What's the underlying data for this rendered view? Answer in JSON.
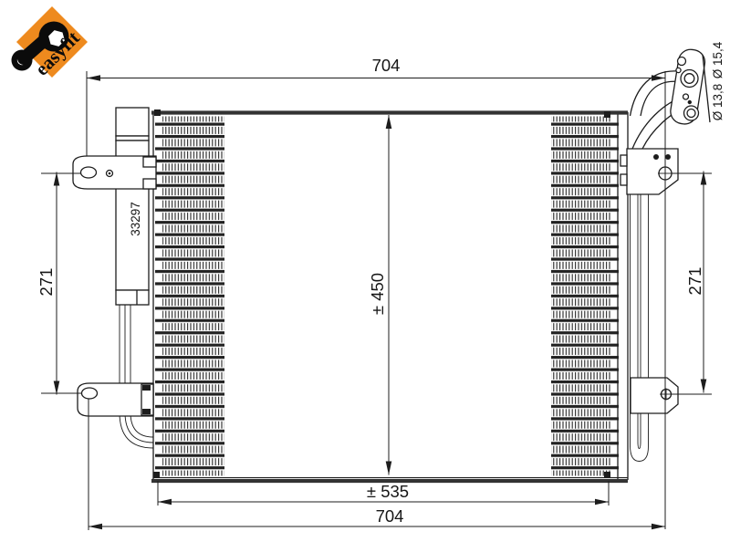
{
  "logo": {
    "brand": "easyfit",
    "badge_color": "#EE8A1E",
    "ink_color": "#0b0b0b"
  },
  "drawing": {
    "ink_color": "#1d1d1d",
    "dimensions": {
      "overall_width_top": "704",
      "overall_width_bottom": "704",
      "core_width": "± 535",
      "core_height": "± 450",
      "left_mount_spacing": "271",
      "right_mount_spacing": "271"
    },
    "labels": {
      "receiver_drier_number": "33297",
      "port_diameter_small": "Ø 13,8",
      "port_diameter_large": "Ø 15,4"
    }
  }
}
